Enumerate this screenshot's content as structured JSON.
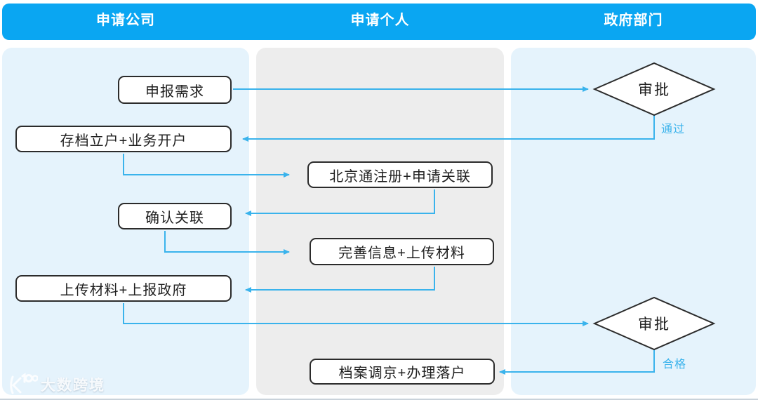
{
  "header": {
    "columns": [
      {
        "label": "申请公司"
      },
      {
        "label": "申请个人"
      },
      {
        "label": "政府部门"
      }
    ]
  },
  "flowchart": {
    "nodes": {
      "declare": {
        "label": "申报需求"
      },
      "archive": {
        "label": "存档立户+业务开户"
      },
      "register": {
        "label": "北京通注册+申请关联"
      },
      "confirm": {
        "label": "确认关联"
      },
      "complete": {
        "label": "完善信息+上传材料"
      },
      "upload": {
        "label": "上传材料+上报政府"
      },
      "settle": {
        "label": "档案调京+办理落户"
      },
      "approve1": {
        "label": "审批"
      },
      "approve2": {
        "label": "审批"
      }
    },
    "edge_labels": {
      "pass": "通过",
      "qualified": "合格"
    }
  },
  "colors": {
    "header_bg": "#0aa6f2",
    "lane_blue": "#e5f3fc",
    "lane_gray": "#ededed",
    "arrow": "#3ab3ec",
    "box_border": "#2b2b2b",
    "edge_label": "#3ab3ec"
  },
  "watermark": {
    "text": "大数跨境"
  }
}
